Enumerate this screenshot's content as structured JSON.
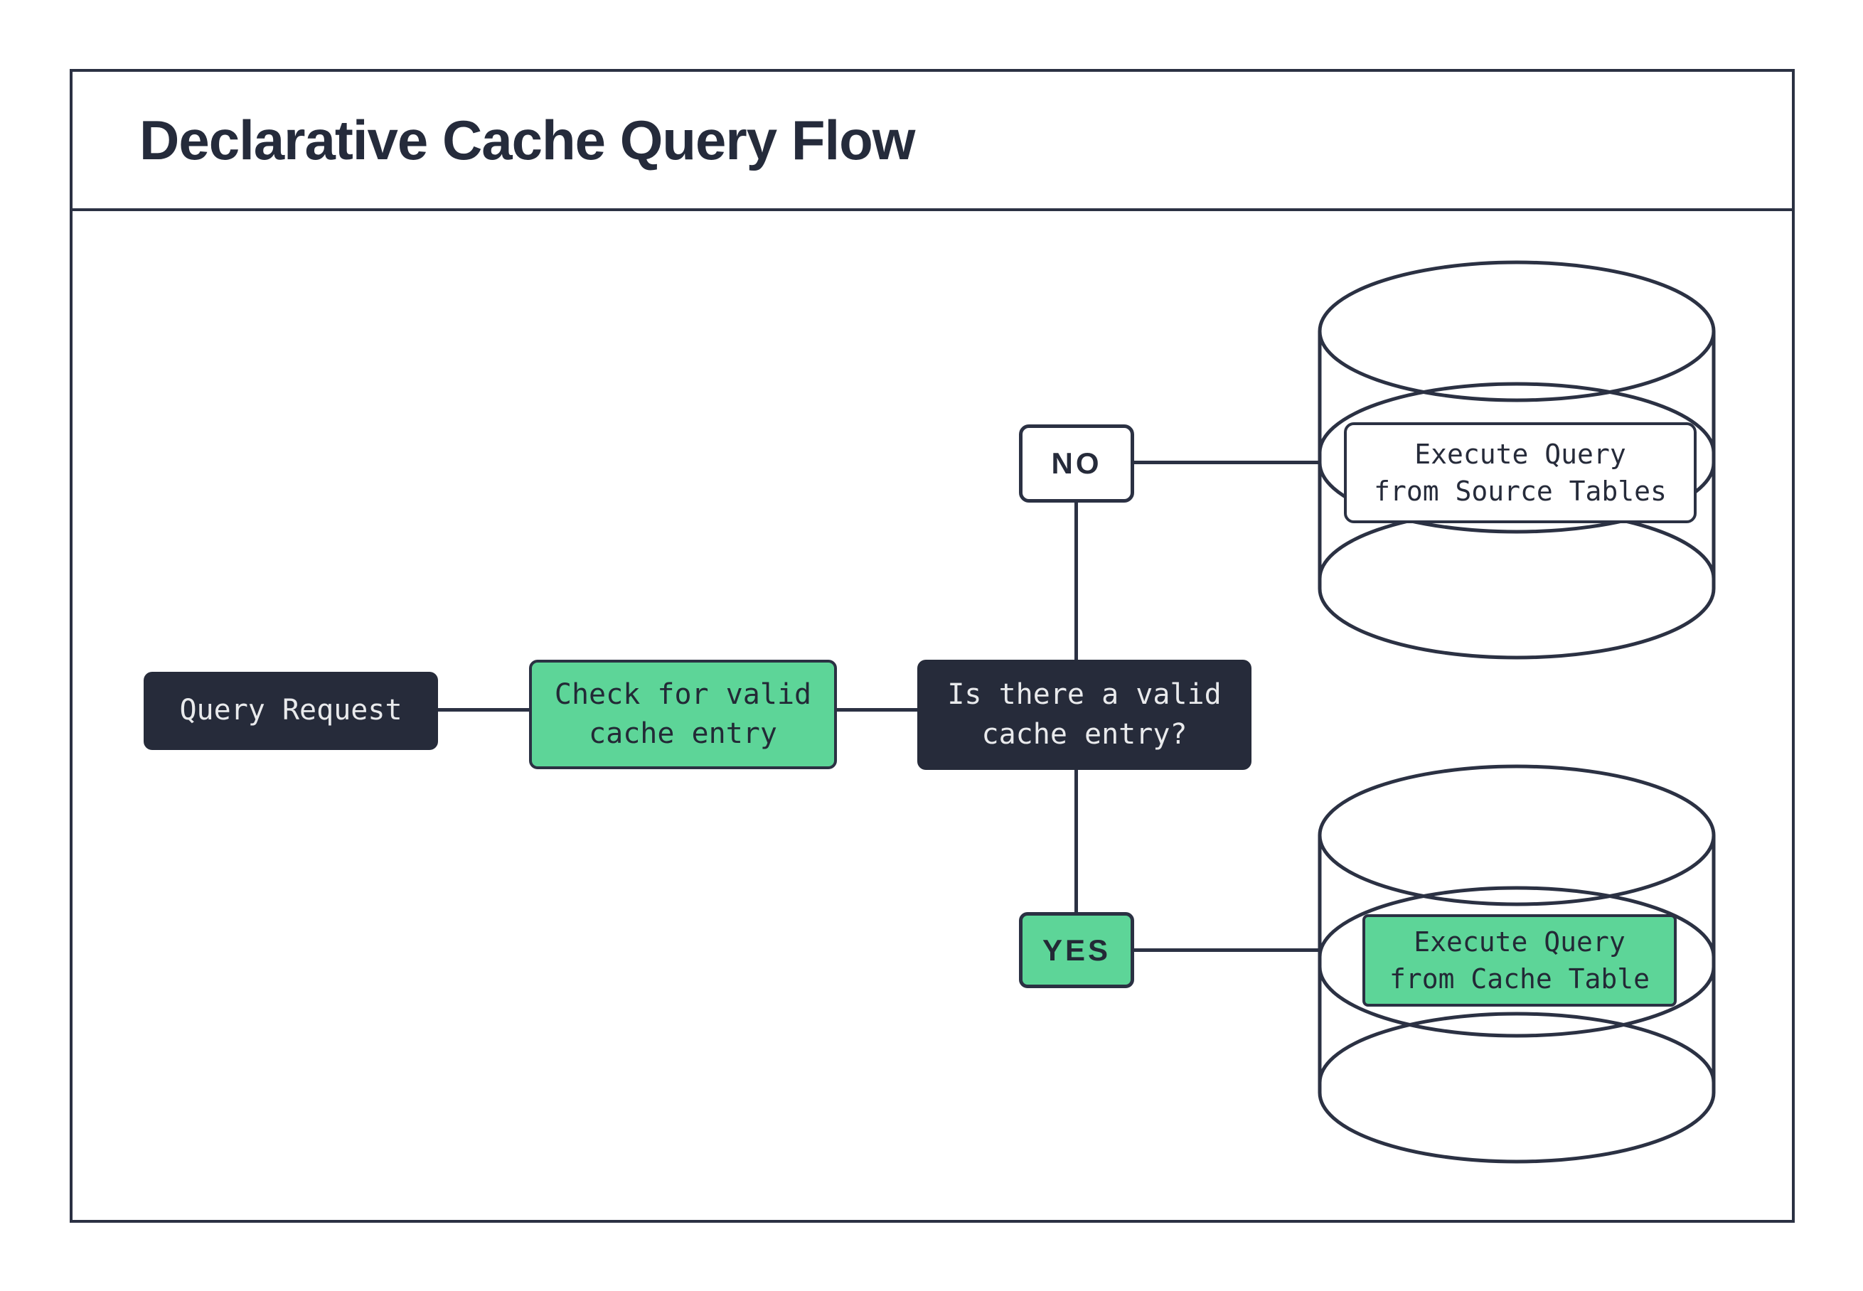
{
  "title": "Declarative Cache Query Flow",
  "nodes": {
    "query_request": {
      "label": "Query Request"
    },
    "check_cache": {
      "label": "Check for valid\ncache entry"
    },
    "decision": {
      "label": "Is there a valid\ncache entry?"
    },
    "no_branch": {
      "label": "NO"
    },
    "yes_branch": {
      "label": "YES"
    },
    "execute_source": {
      "label": "Execute Query\nfrom Source Tables"
    },
    "execute_cache": {
      "label": "Execute Query\nfrom Cache Table"
    }
  },
  "icons": {
    "source_database": "database-cylinder-icon",
    "cache_database": "database-cylinder-icon"
  },
  "colors": {
    "ink": "#262b3a",
    "stroke": "#2b3143",
    "green": "#5dd598",
    "text_light": "#e9eaec",
    "background": "#ffffff"
  }
}
